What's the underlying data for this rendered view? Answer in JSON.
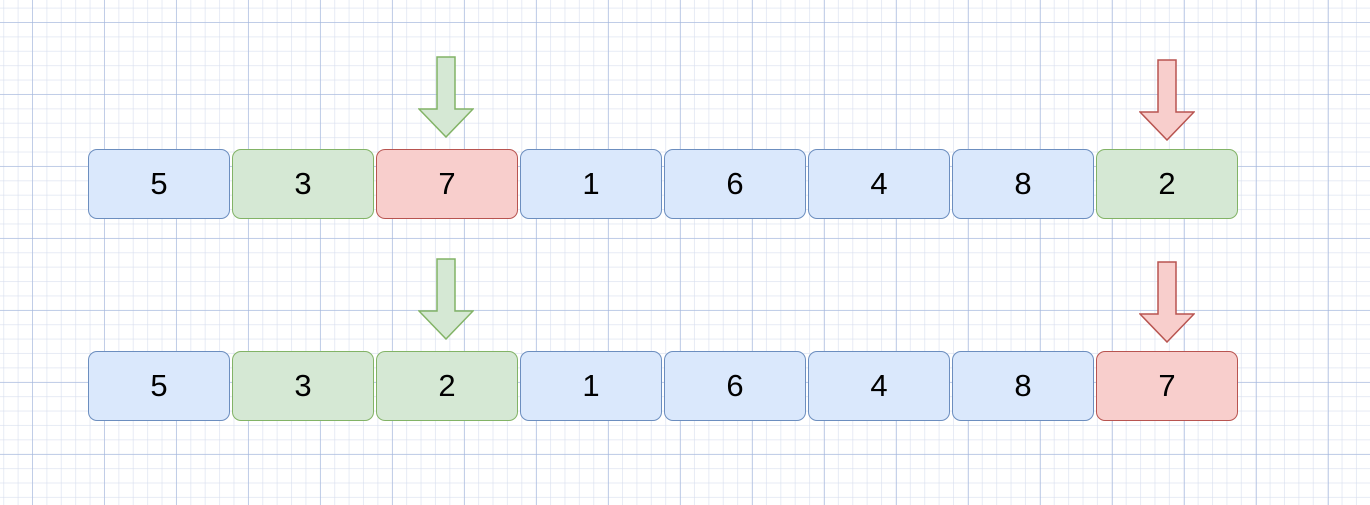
{
  "colors": {
    "blue": {
      "fill": "#dae8fc",
      "stroke": "#6c8ebf"
    },
    "green": {
      "fill": "#d5e8d4",
      "stroke": "#82b366"
    },
    "red": {
      "fill": "#f8cecc",
      "stroke": "#b85450"
    }
  },
  "rows": [
    {
      "cells": [
        {
          "value": "5",
          "color": "blue"
        },
        {
          "value": "3",
          "color": "green"
        },
        {
          "value": "7",
          "color": "red"
        },
        {
          "value": "1",
          "color": "blue"
        },
        {
          "value": "6",
          "color": "blue"
        },
        {
          "value": "4",
          "color": "blue"
        },
        {
          "value": "8",
          "color": "blue"
        },
        {
          "value": "2",
          "color": "green"
        }
      ],
      "arrows": [
        {
          "index": 2,
          "color": "green"
        },
        {
          "index": 7,
          "color": "red"
        }
      ]
    },
    {
      "cells": [
        {
          "value": "5",
          "color": "blue"
        },
        {
          "value": "3",
          "color": "green"
        },
        {
          "value": "2",
          "color": "green"
        },
        {
          "value": "1",
          "color": "blue"
        },
        {
          "value": "6",
          "color": "blue"
        },
        {
          "value": "4",
          "color": "blue"
        },
        {
          "value": "8",
          "color": "blue"
        },
        {
          "value": "7",
          "color": "red"
        }
      ],
      "arrows": [
        {
          "index": 2,
          "color": "green"
        },
        {
          "index": 7,
          "color": "red"
        }
      ]
    }
  ]
}
